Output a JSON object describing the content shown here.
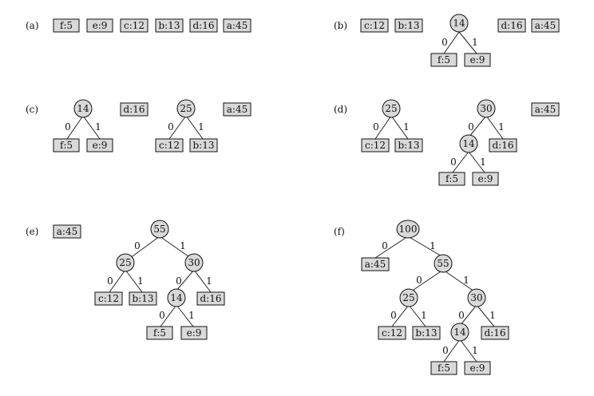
{
  "panels": [
    {
      "label": "(a)",
      "leaves": [
        "f:5",
        "e:9",
        "c:12",
        "b:13",
        "d:16",
        "a:45"
      ]
    },
    {
      "label": "(b)",
      "leaves": [
        "c:12",
        "b:13",
        "f:5",
        "e:9",
        "d:16",
        "a:45"
      ],
      "nodes": [
        "14"
      ],
      "edge_labels": [
        "0",
        "1"
      ]
    },
    {
      "label": "(c)",
      "leaves": [
        "f:5",
        "e:9",
        "d:16",
        "c:12",
        "b:13",
        "a:45"
      ],
      "nodes": [
        "14",
        "25"
      ],
      "edge_labels": [
        "0",
        "1",
        "0",
        "1"
      ]
    },
    {
      "label": "(d)",
      "leaves": [
        "c:12",
        "b:13",
        "d:16",
        "f:5",
        "e:9",
        "a:45"
      ],
      "nodes": [
        "25",
        "30",
        "14"
      ],
      "edge_labels": [
        "0",
        "1",
        "0",
        "1",
        "0",
        "1"
      ]
    },
    {
      "label": "(e)",
      "leaves": [
        "a:45",
        "c:12",
        "b:13",
        "d:16",
        "f:5",
        "e:9"
      ],
      "nodes": [
        "55",
        "25",
        "30",
        "14"
      ],
      "edge_labels": [
        "0",
        "1",
        "0",
        "1",
        "0",
        "1",
        "0",
        "1"
      ]
    },
    {
      "label": "(f)",
      "leaves": [
        "a:45",
        "c:12",
        "b:13",
        "d:16",
        "f:5",
        "e:9"
      ],
      "nodes": [
        "100",
        "55",
        "25",
        "30",
        "14"
      ],
      "edge_labels": [
        "0",
        "1",
        "0",
        "1",
        "0",
        "1",
        "0",
        "1",
        "0",
        "1"
      ]
    }
  ],
  "colors": {
    "fill": "#d9d9d9",
    "stroke": "#111111"
  }
}
